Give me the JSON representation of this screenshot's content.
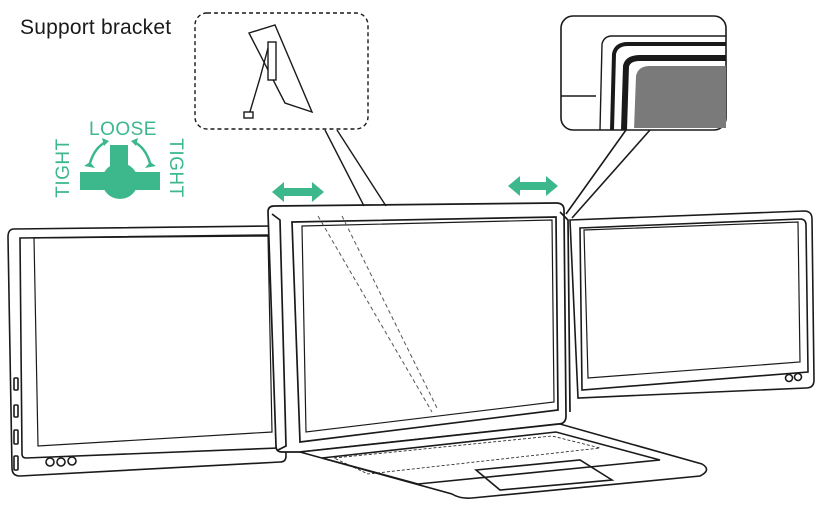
{
  "labels": {
    "support_bracket": "Support bracket",
    "loose": "LOOSE",
    "tight_left": "TIGHT",
    "tight_right": "TIGHT"
  },
  "colors": {
    "accent": "#3cb88c",
    "line": "#1a1a1a",
    "screen_fill": "#ffffff",
    "detail_fill": "#7a7a7a"
  },
  "icons": {
    "knob": "tension-knob-icon",
    "arrows": "double-arrow-icon"
  }
}
